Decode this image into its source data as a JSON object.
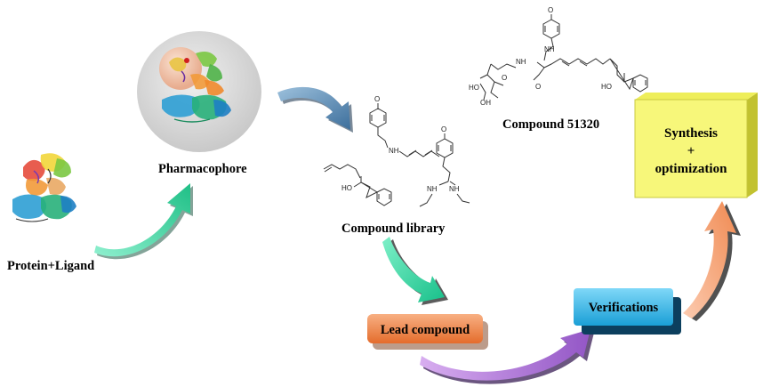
{
  "labels": {
    "protein_ligand": "Protein+Ligand",
    "pharmacophore": "Pharmacophore",
    "compound_library": "Compound library",
    "compound_51320": "Compound 51320",
    "lead_compound": "Lead compound",
    "verifications": "Verifications",
    "synthesis": "Synthesis",
    "plus": "+",
    "optimization": "optimization"
  },
  "atoms": {
    "o": "O",
    "nh": "NH",
    "ho": "HO",
    "oh": "OH"
  },
  "colors": {
    "teal_arrow": "#3fd9a8",
    "steel_arrow": "#5f8fb8",
    "purple_arrow": "#b07ad8",
    "orange_arrow": "#f5a77a",
    "lead_box": "#f08a52",
    "verify_box": "#27b5ea",
    "synth_box": "#f7f77a",
    "sphere": "#d9d9d9"
  }
}
